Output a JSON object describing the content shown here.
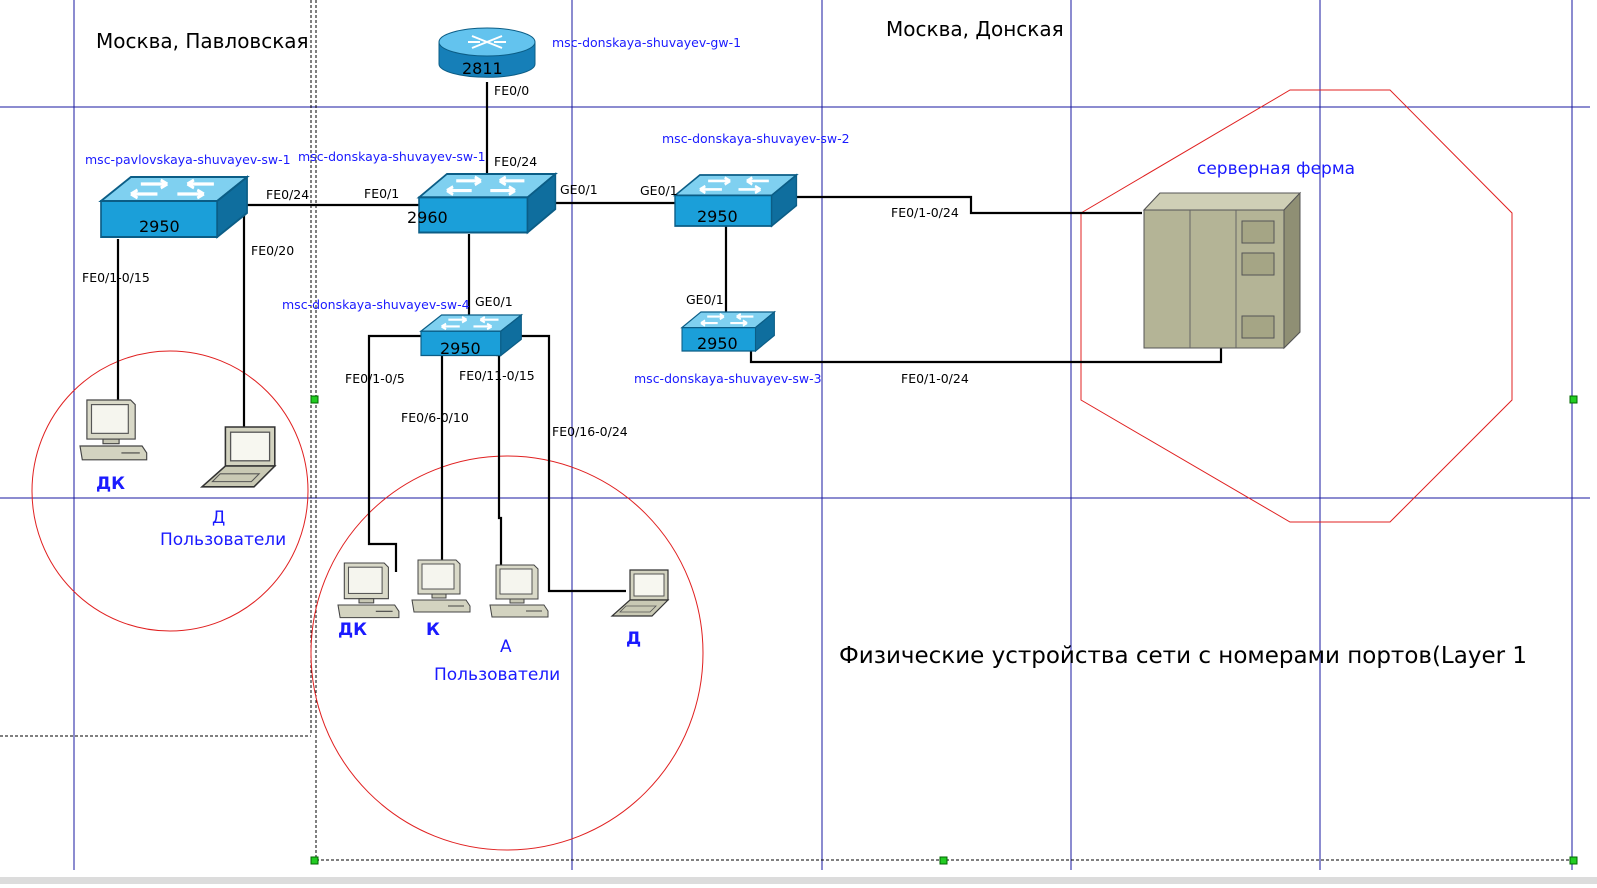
{
  "sites": {
    "pavlovskaya": "Москва, Павловская",
    "donskaya": "Москва, Донская"
  },
  "title": "Физические устройства сети с номерами портов(Layer 1",
  "server_farm_label": "серверная ферма",
  "devices": {
    "router": {
      "host": "msc-donskaya-shuvayev-gw-1",
      "model": "2811"
    },
    "sw_pavlovskaya": {
      "host": "msc-pavlovskaya-shuvayev-sw-1",
      "model": "2950"
    },
    "sw_core": {
      "host": "msc-donskaya-shuvayev-sw-1",
      "model": "2960"
    },
    "sw2": {
      "host": "msc-donskaya-shuvayev-sw-2",
      "model": "2950"
    },
    "sw3": {
      "host": "msc-donskaya-shuvayev-sw-3",
      "model": "2950"
    },
    "sw4": {
      "host": "msc-donskaya-shuvayev-sw-4",
      "model": "2950"
    }
  },
  "ports": {
    "router_fe00": "FE0/0",
    "core_fe024": "FE0/24",
    "core_fe01": "FE0/1",
    "core_ge01": "GE0/1",
    "pav_fe024": "FE0/24",
    "pav_fe020": "FE0/20",
    "pav_fe01_015": "FE0/1-0/15",
    "sw2_ge01_core": "GE0/1",
    "sw2_fe01_024": "FE0/1-0/24",
    "sw3_ge01": "GE0/1",
    "sw3_fe01_024": "FE0/1-0/24",
    "sw4_ge01": "GE0/1",
    "sw4_fe01_05": "FE0/1-0/5",
    "sw4_fe06_010": "FE0/6-0/10",
    "sw4_fe011_015": "FE0/11-0/15",
    "sw4_fe016_024": "FE0/16-0/24"
  },
  "pavlovskaya_users": {
    "dk": "ДК",
    "d": "Д",
    "group": "Пользователи"
  },
  "donskaya_users": {
    "dk": "ДК",
    "k": "К",
    "a": "А",
    "d": "Д",
    "group": "Пользователи"
  },
  "colors": {
    "gridline": "#1a1aa0",
    "zone_outline": "#e02020",
    "device_blue": "#1a9ed8",
    "label_blue": "#1a1aff",
    "server": "#b4b496"
  },
  "icons": [
    "router-icon",
    "switch-icon",
    "desktop-pc-icon",
    "laptop-icon",
    "server-rack-icon"
  ]
}
